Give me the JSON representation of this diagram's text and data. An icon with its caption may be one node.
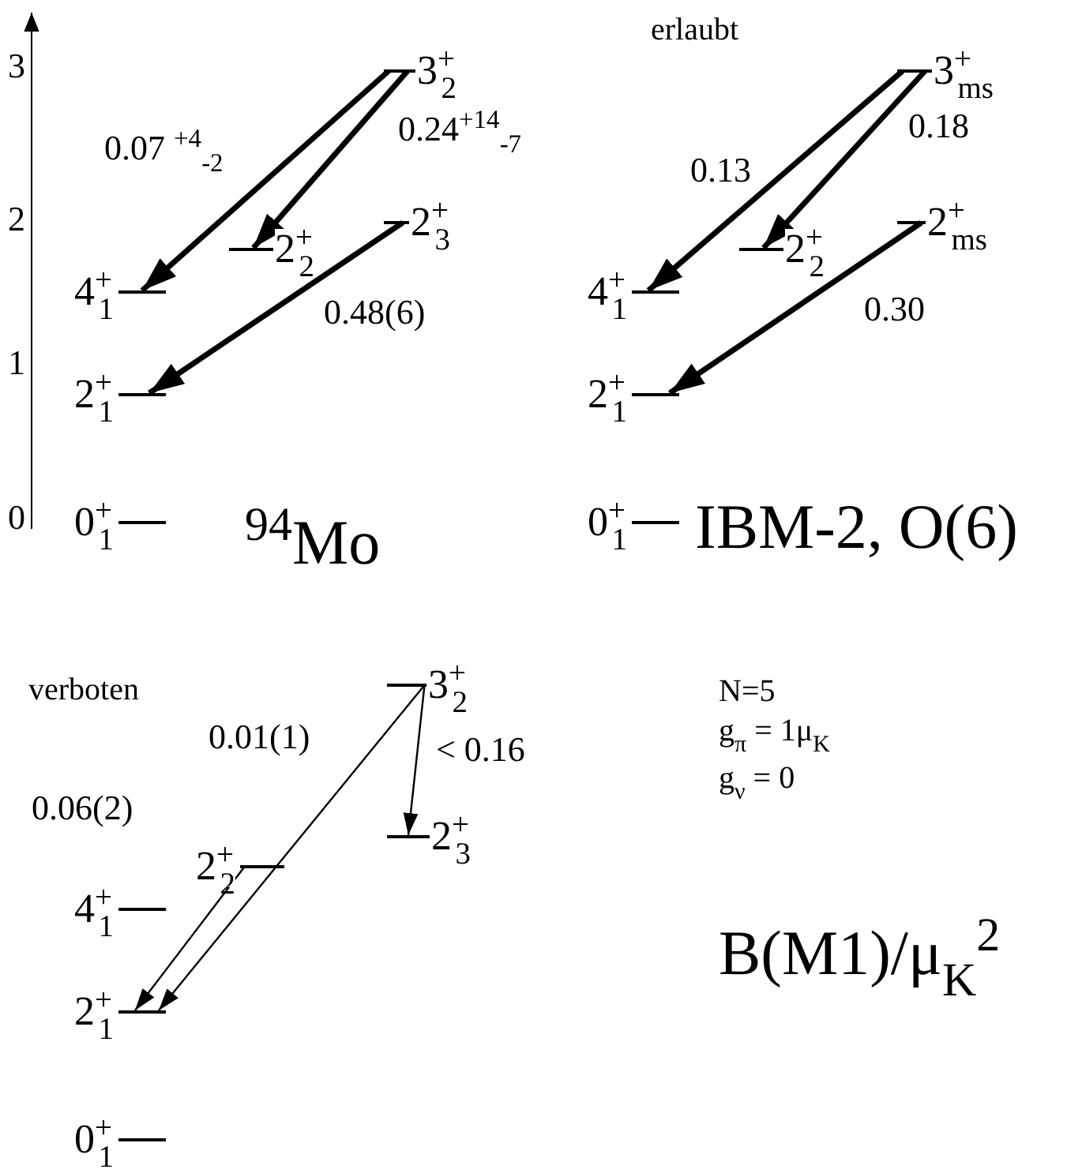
{
  "diagram": {
    "nodes": [
      {
        "text": [
          "3$^{+}$$_{2}$"
        ]
      },
      {
        "text": [
          "2$^{+}$$_{3}$"
        ]
      },
      {
        "text": [
          "2$^{+}$$_{2}$"
        ]
      },
      {
        "text": [
          "4$^{+}$$_{1}$"
        ]
      },
      {
        "text": [
          "2$^{+}$$_{1}$"
        ]
      },
      {
        "text": [
          "0$^{+}$$_{1}$"
        ]
      },
      {
        "text": [
          "3$^{+}$$_{ms}$"
        ]
      },
      {
        "text": [
          "2$^{+}$$_{ms}$"
        ]
      },
      {
        "text": [
          "2$^{+}$$_{2}$"
        ]
      },
      {
        "text": [
          "4$^{+}$$_{1}$"
        ]
      },
      {
        "text": [
          "2$^{+}$$_{1}$"
        ]
      },
      {
        "text": [
          "0$^{+}$$_{1}$"
        ]
      },
      {
        "text": [
          "3$^{+}$$_{2}$"
        ]
      },
      {
        "text": [
          "2$^{+}$$_{3}$"
        ]
      },
      {
        "text": [
          "2$^{+}$$_{2}$"
        ]
      },
      {
        "text": [
          "4$^{+}$$_{1}$"
        ]
      },
      {
        "text": [
          "2$^{+}$$_{1}$"
        ]
      },
      {
        "text": [
          "0$^{+}$$_{1}$"
        ]
      }
    ],
    "edges": [
      {
        "from": 0,
        "to": 3,
        "arrow": "to",
        "label": "0.07 $^{+4}$$_{-2}$"
      },
      {
        "from": 0,
        "to": 2,
        "arrow": "to",
        "label": "0.24$^{+14}$$_{-7}$"
      },
      {
        "from": 1,
        "to": 4,
        "arrow": "to",
        "label": "0.48(6)"
      },
      {
        "from": 6,
        "to": 9,
        "arrow": "to",
        "label": "0.13"
      },
      {
        "from": 6,
        "to": 8,
        "arrow": "to",
        "label": "0.18"
      },
      {
        "from": 7,
        "to": 10,
        "arrow": "to",
        "label": "0.30"
      },
      {
        "from": 12,
        "to": 16,
        "arrow": "to",
        "label": "0.01(1)"
      },
      {
        "from": 14,
        "to": 16,
        "arrow": "to",
        "label": "0.06(2)"
      },
      {
        "from": 12,
        "to": 13,
        "arrow": "to",
        "label": "< 0.16"
      }
    ],
    "labels": [
      "3",
      "2",
      "1",
      "0",
      "erlaubt",
      "$^{94}$Mo",
      "IBM-2, O(6)",
      "verboten",
      "N=5",
      "g$_{π}$ = 1μ$_{K}$",
      "g$_{ν}$ = 0",
      "B(M1)/μ$_{K}$$^{2}$"
    ]
  }
}
